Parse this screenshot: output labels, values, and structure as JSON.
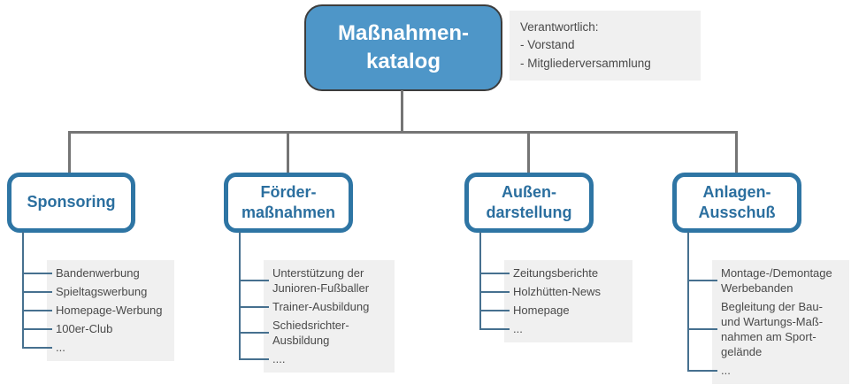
{
  "root": {
    "title": "Maßnahmen-\nkatalog"
  },
  "note": {
    "text": "Verantwortlich:\n- Vorstand\n- Mitgliederversammlung"
  },
  "branches": [
    {
      "title": "Sponsoring",
      "items": [
        "Bandenwerbung",
        "Spieltagswerbung",
        "Homepage-Werbung",
        "100er-Club",
        "..."
      ]
    },
    {
      "title": "Förder-\nmaßnahmen",
      "items": [
        "Unterstützung der\nJunioren-Fußballer",
        "Trainer-Ausbildung",
        "Schiedsrichter-\nAusbildung",
        "...."
      ]
    },
    {
      "title": "Außen-\ndarstellung",
      "items": [
        "Zeitungsberichte",
        "Holzhütten-News",
        "Homepage",
        "..."
      ]
    },
    {
      "title": "Anlagen-\nAusschuß",
      "items": [
        "Montage-/Demontage\nWerbebanden",
        "Begleitung der Bau-\nund Wartungs-Maß-\nnahmen am Sport-\ngelände",
        "..."
      ]
    }
  ],
  "colors": {
    "root_fill": "#4E96C8",
    "root_stroke": "#3C3C3C",
    "node_stroke": "#2E75A4",
    "node_text": "#2B6F9F",
    "connector_gray": "#757575",
    "connector_blue": "#46708F",
    "panel_bg": "#F0F0F0",
    "body_text": "#4A4A4A"
  }
}
